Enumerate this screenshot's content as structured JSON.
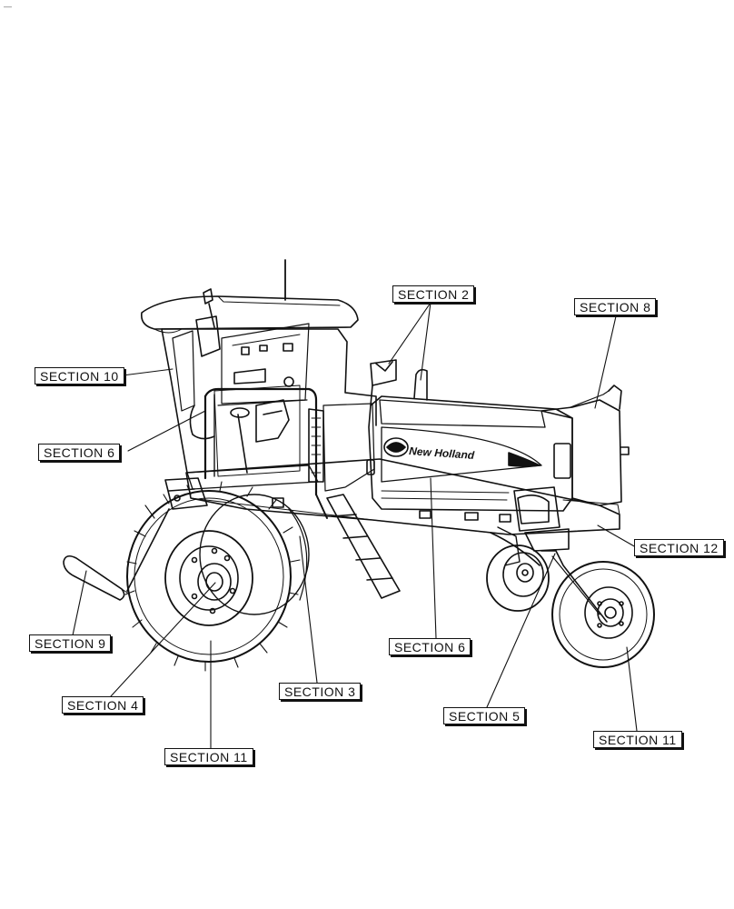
{
  "corner_mark": "—",
  "brand": "New Holland",
  "callouts": {
    "section_2": "SECTION 2",
    "section_8": "SECTION 8",
    "section_10": "SECTION 10",
    "section_6_cab": "SECTION 6",
    "section_12": "SECTION 12",
    "section_9": "SECTION 9",
    "section_6_body": "SECTION 6",
    "section_4": "SECTION 4",
    "section_3": "SECTION 3",
    "section_5": "SECTION 5",
    "section_11_front": "SECTION 11",
    "section_11_rear": "SECTION 11"
  }
}
